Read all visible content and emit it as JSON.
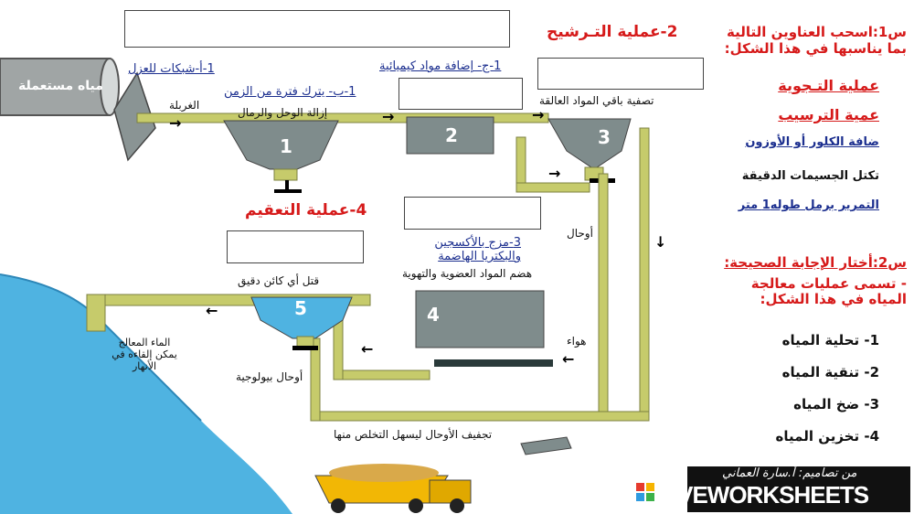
{
  "diagram": {
    "pipe_label": "مياه مستعملة",
    "sieve_label": "الغربلة",
    "tank_numbers": [
      "1",
      "2",
      "3",
      "4",
      "5"
    ],
    "step_1a": "1-أ-شبكات للعزل",
    "step_1b": "1-ب- يترك فترة من الزمن",
    "step_1b_sub": "إزالة الوحل والرمال",
    "step_1c": "1-ج- إضافة مواد كيميائية",
    "filter_heading": "2-عملية التـرشيح",
    "tank3_caption": "تصفية باقي المواد العالقة",
    "sterilize_heading": "4-عملية التعقيم",
    "step_3": "3-مزج بالأكسجين والبكتريا الهاضمة",
    "tank4_caption": "هضم المواد العضوية والتهوية",
    "tank5_caption": "قتل أي كائن دقيق",
    "sludge_label": "أوحال",
    "air_label": "هواء",
    "bio_sludge_label": "أوحال بيولوجية",
    "river_label": "الماء المعالج يمكن إلقاءه في الأنهار",
    "drying_label": "تجفيف الأوحال ليسهل التخلص منها",
    "arrow_glyph": "→",
    "arrow_left": "←",
    "arrow_down": "↓"
  },
  "panel": {
    "q1": "س1:اسحب العناوين التالية بما يناسبها في هذا الشكل:",
    "drag_items": [
      "عملية التـجوية",
      "عمية الترسيب",
      "ضافة الكلور أو الأوزون",
      "تكتل الجسيمات الدقيقة",
      "التمرير برمل طوله1 متر"
    ],
    "q2": "س2:أختار الإجابة الصحيحة:",
    "q2_sub": "- تسمى عمليات معالجة المياه في هذا الشكل:",
    "options": [
      "1- تحلية المياه",
      "2- تنقية المياه",
      "3- ضخ المياه",
      "4- تخزين المياه"
    ]
  },
  "brand": {
    "name": "LIVEWORKSHEETS",
    "signature": "من تصاميم: أ.سارة العماني"
  },
  "colors": {
    "pipe": "#c6cb6b",
    "tank": "#7f8c8c",
    "water": "#4fb3e1",
    "heading_red": "#d61a1a",
    "label_blue": "#1c2f8f"
  }
}
